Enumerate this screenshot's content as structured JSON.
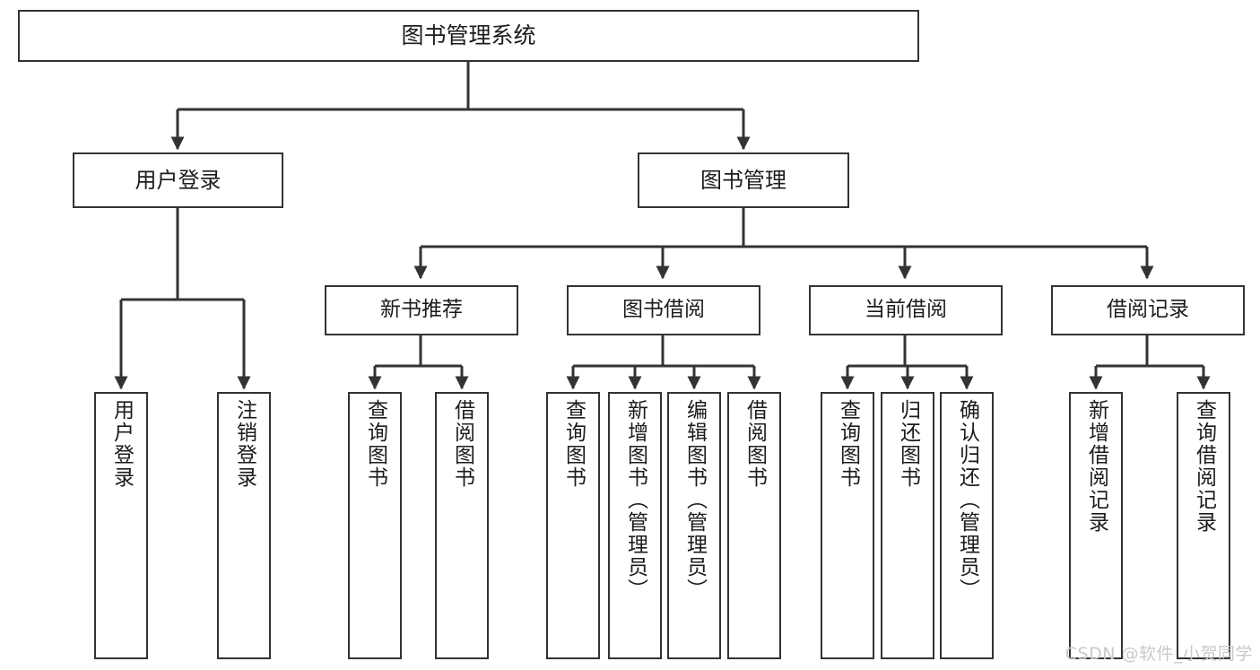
{
  "diagram": {
    "type": "tree",
    "title": "图书管理系统",
    "watermark": "CSDN @软件_小贺同学",
    "colors": {
      "box_border": "#333333",
      "box_fill": "#ffffff",
      "connector": "#333333",
      "text": "#1c1c1c",
      "watermark": "#c9c9c9",
      "background": "#ffffff"
    },
    "nodes": {
      "root": {
        "label": "图书管理系统",
        "level": 0
      },
      "level1": [
        {
          "id": "user-login",
          "label": "用户登录"
        },
        {
          "id": "book-manage",
          "label": "图书管理"
        }
      ],
      "level2": [
        {
          "id": "new-book-recommend",
          "label": "新书推荐",
          "parent": "book-manage"
        },
        {
          "id": "book-borrow",
          "label": "图书借阅",
          "parent": "book-manage"
        },
        {
          "id": "current-borrow",
          "label": "当前借阅",
          "parent": "book-manage"
        },
        {
          "id": "borrow-record",
          "label": "借阅记录",
          "parent": "book-manage"
        }
      ],
      "leaves": [
        {
          "id": "leaf-user-login",
          "label": "用户登录",
          "parent": "user-login"
        },
        {
          "id": "leaf-user-logout",
          "label": "注销登录",
          "parent": "user-login"
        },
        {
          "id": "leaf-query-book-1",
          "label": "查询图书",
          "parent": "new-book-recommend"
        },
        {
          "id": "leaf-borrow-book-1",
          "label": "借阅图书",
          "parent": "new-book-recommend"
        },
        {
          "id": "leaf-query-book-2",
          "label": "查询图书",
          "parent": "book-borrow"
        },
        {
          "id": "leaf-add-book",
          "label": "新增图书（管理员）",
          "parent": "book-borrow"
        },
        {
          "id": "leaf-edit-book",
          "label": "编辑图书（管理员）",
          "parent": "book-borrow"
        },
        {
          "id": "leaf-borrow-book-2",
          "label": "借阅图书",
          "parent": "book-borrow"
        },
        {
          "id": "leaf-query-book-3",
          "label": "查询图书",
          "parent": "current-borrow"
        },
        {
          "id": "leaf-return-book",
          "label": "归还图书",
          "parent": "current-borrow"
        },
        {
          "id": "leaf-confirm-return",
          "label": "确认归还（管理员）",
          "parent": "current-borrow"
        },
        {
          "id": "leaf-add-record",
          "label": "新增借阅记录",
          "parent": "borrow-record"
        },
        {
          "id": "leaf-query-record",
          "label": "查询借阅记录",
          "parent": "borrow-record"
        }
      ]
    }
  }
}
